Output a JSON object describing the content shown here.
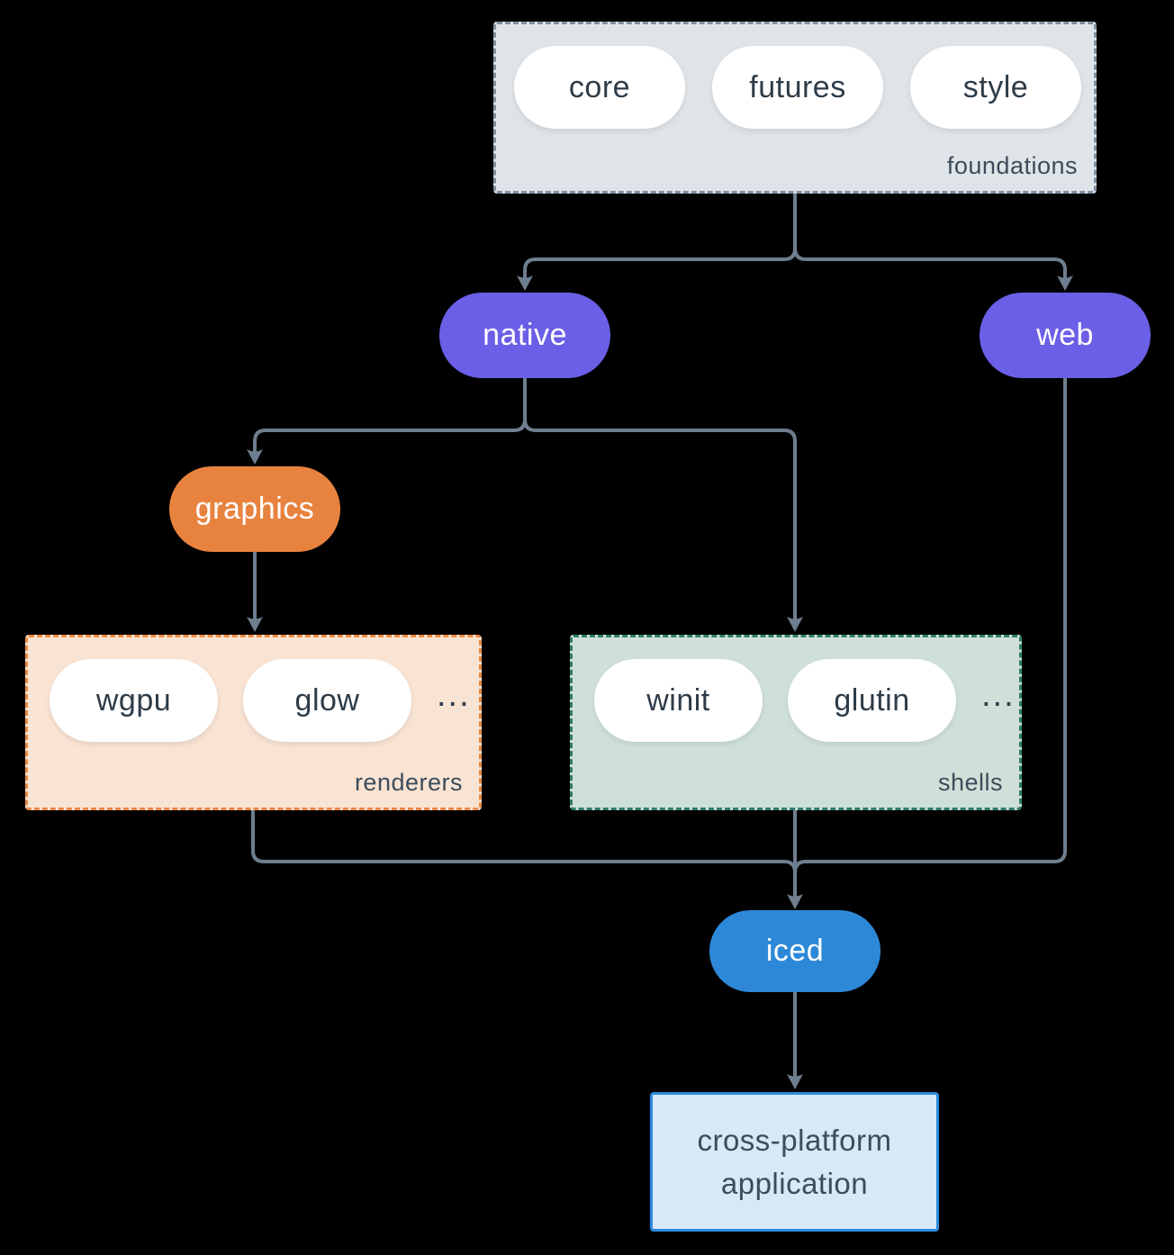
{
  "colors": {
    "bg": "#000000",
    "line": "#6e7e8e",
    "slate-text": "#2e3c49",
    "label-text": "#3d4c5a",
    "gray-box-bg": "#dfe4e8",
    "gray-box-border": "#7e90a0",
    "pill-white": "#ffffff",
    "purple": "#6a5fe6",
    "orange": "#e8833f",
    "peach-bg": "#f9e3d3",
    "peach-border": "#e98a43",
    "sage-bg": "#cfe0d9",
    "sage-border": "#2e7c6d",
    "blue": "#2e88d8",
    "lightblue-bg": "#d7e8f9",
    "lightblue-border": "#2d8adc"
  },
  "groups": {
    "foundations": {
      "label": "foundations",
      "pills": [
        "core",
        "futures",
        "style"
      ]
    },
    "renderers": {
      "label": "renderers",
      "pills": [
        "wgpu",
        "glow"
      ],
      "ellipsis": "..."
    },
    "shells": {
      "label": "shells",
      "pills": [
        "winit",
        "glutin"
      ],
      "ellipsis": "..."
    }
  },
  "nodes": {
    "native": {
      "label": "native"
    },
    "web": {
      "label": "web"
    },
    "graphics": {
      "label": "graphics"
    },
    "iced": {
      "label": "iced"
    },
    "app": {
      "line1": "cross-platform",
      "line2": "application"
    }
  },
  "edges": [
    {
      "from": "foundations",
      "to": "native"
    },
    {
      "from": "foundations",
      "to": "web"
    },
    {
      "from": "native",
      "to": "graphics"
    },
    {
      "from": "native",
      "to": "shells"
    },
    {
      "from": "graphics",
      "to": "renderers"
    },
    {
      "from": "renderers",
      "to": "iced"
    },
    {
      "from": "shells",
      "to": "iced"
    },
    {
      "from": "web",
      "to": "iced"
    },
    {
      "from": "iced",
      "to": "app"
    }
  ]
}
